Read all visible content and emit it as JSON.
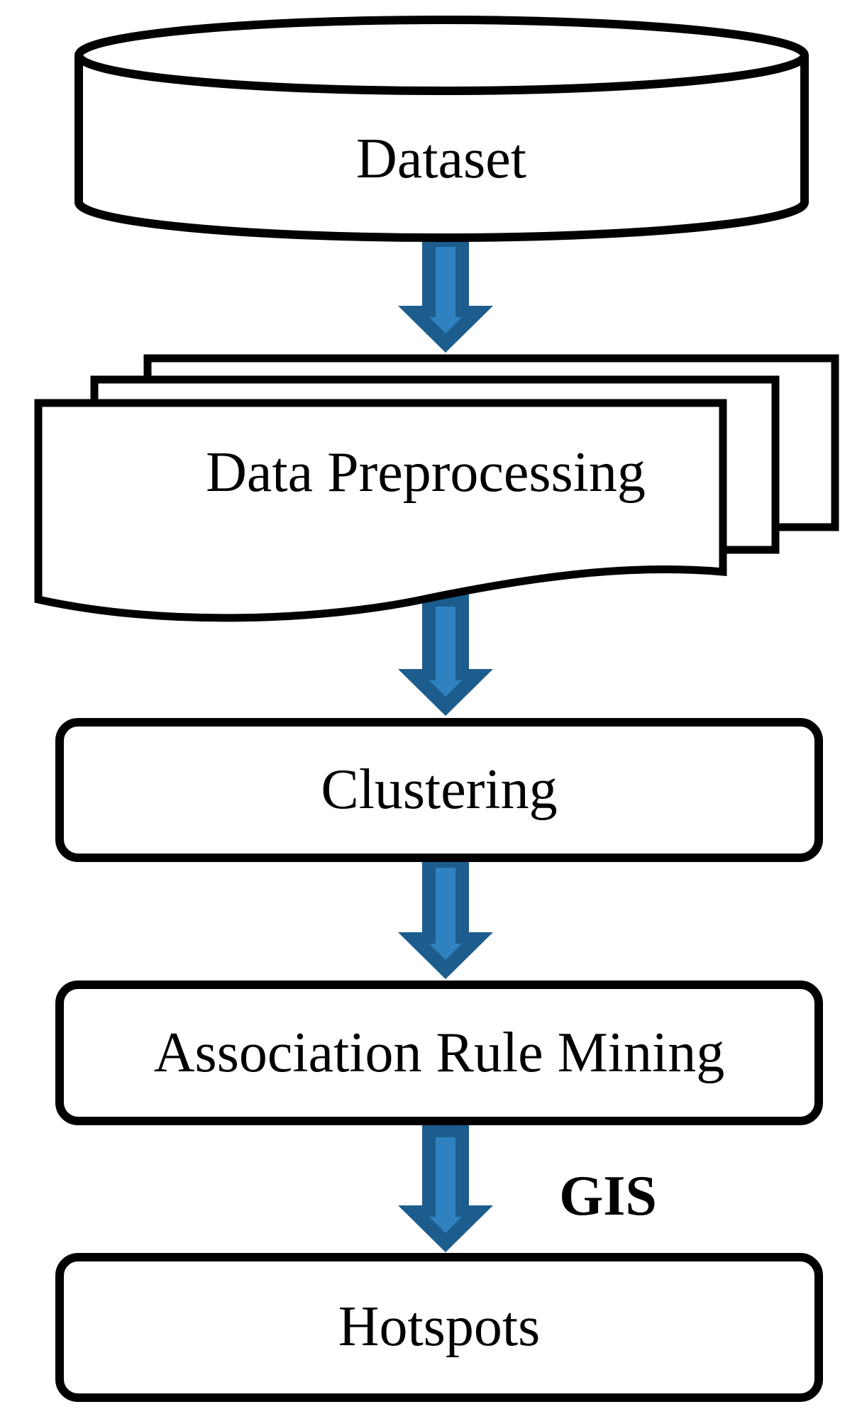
{
  "diagram": {
    "type": "flowchart",
    "nodes": [
      {
        "id": "dataset",
        "label": "Dataset",
        "shape": "cylinder"
      },
      {
        "id": "preprocessing",
        "label": "Data Preprocessing",
        "shape": "multi-document"
      },
      {
        "id": "clustering",
        "label": "Clustering",
        "shape": "rounded-rectangle"
      },
      {
        "id": "association",
        "label": "Association Rule Mining",
        "shape": "rounded-rectangle"
      },
      {
        "id": "hotspots",
        "label": "Hotspots",
        "shape": "rounded-rectangle"
      }
    ],
    "edges": [
      {
        "from": "dataset",
        "to": "preprocessing",
        "label": ""
      },
      {
        "from": "preprocessing",
        "to": "clustering",
        "label": ""
      },
      {
        "from": "clustering",
        "to": "association",
        "label": ""
      },
      {
        "from": "association",
        "to": "hotspots",
        "label": "GIS"
      }
    ],
    "colors": {
      "arrow_outer": "#1C5D8D",
      "arrow_inner": "#2F82BF",
      "outline": "#000000",
      "shape_fill": "#FFFFFF"
    }
  }
}
